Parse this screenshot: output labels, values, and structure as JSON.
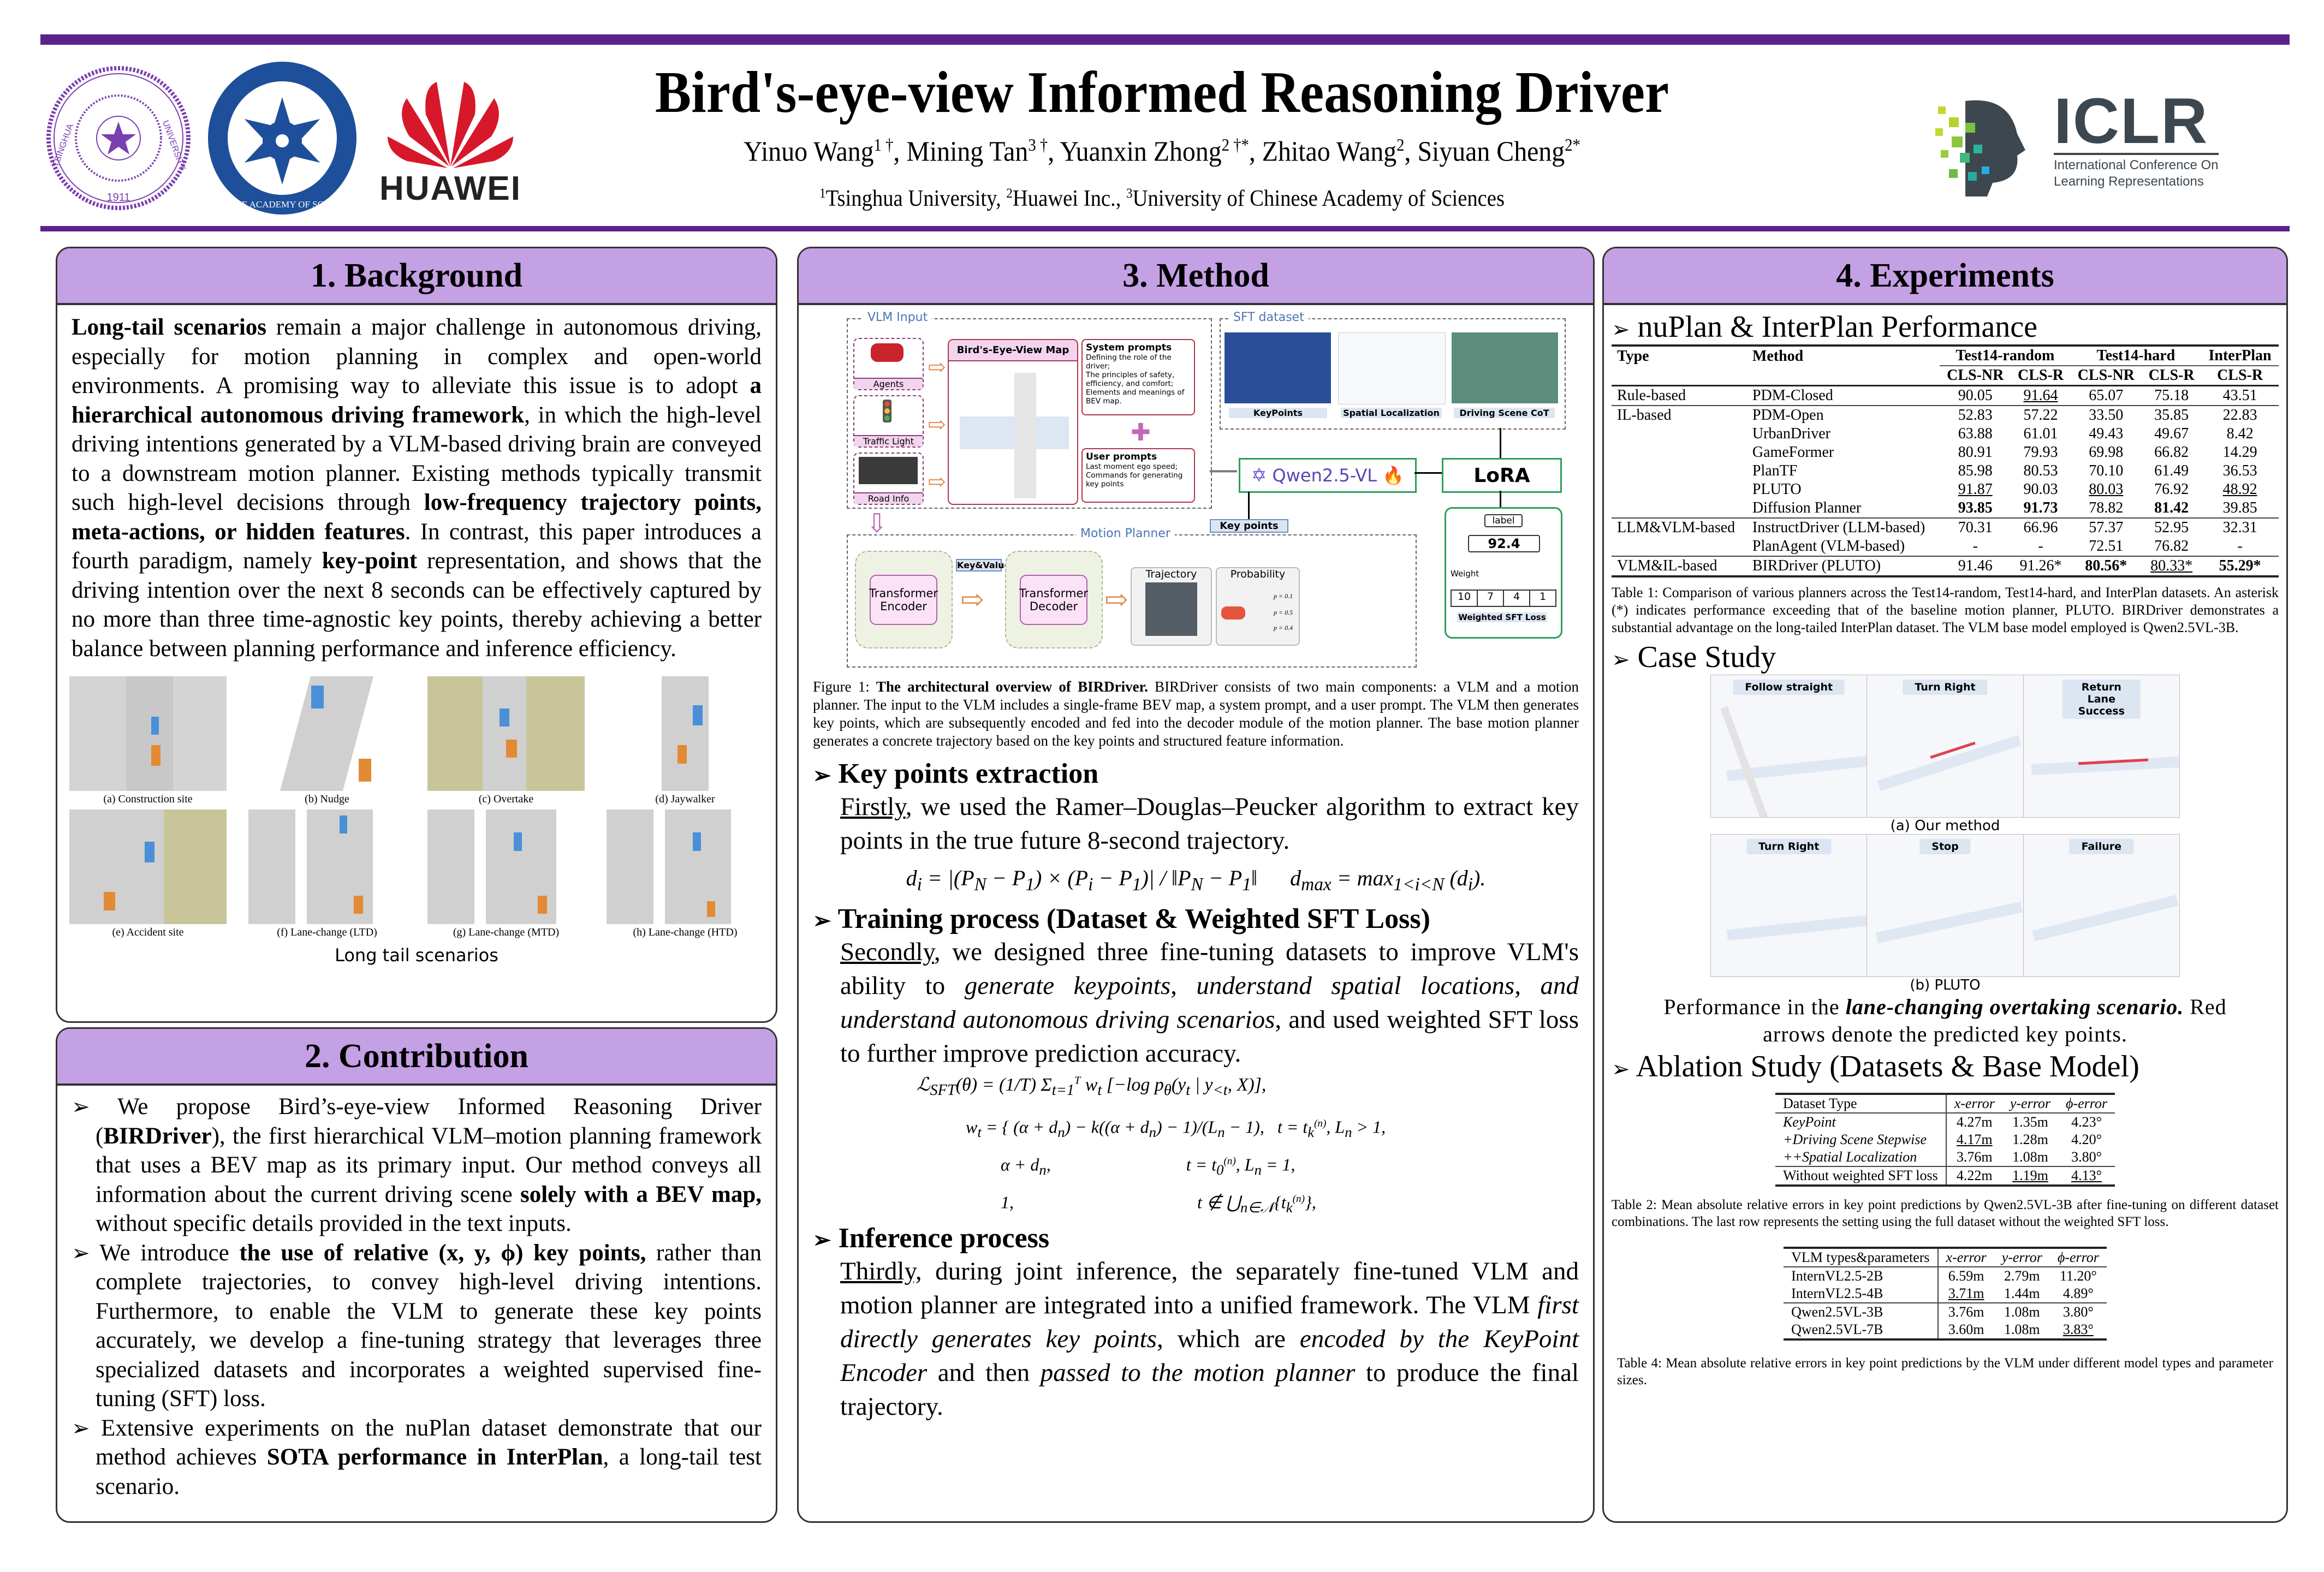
{
  "header": {
    "title": "Bird's-eye-view Informed Reasoning Driver",
    "authors": [
      {
        "name": "Yinuo Wang",
        "sup": "1 †"
      },
      {
        "name": "Mining Tan",
        "sup": "3 †"
      },
      {
        "name": "Yuanxin Zhong",
        "sup": "2 †*"
      },
      {
        "name": "Zhitao Wang",
        "sup": "2"
      },
      {
        "name": "Siyuan Cheng",
        "sup": "2*"
      }
    ],
    "affiliations": [
      {
        "sup": "1",
        "name": "Tsinghua University"
      },
      {
        "sup": "2",
        "name": "Huawei Inc."
      },
      {
        "sup": "3",
        "name": "University of Chinese Academy of Sciences"
      }
    ],
    "logos": {
      "tsinghua": {
        "ring_text_left": "TSINGHUA",
        "ring_text_right": "UNIVERSITY",
        "year": "1911"
      },
      "cas": {
        "ring_text": "CHINESE ACADEMY OF SCIENCES"
      },
      "huawei": {
        "text": "HUAWEI"
      },
      "iclr": {
        "acronym": "ICLR",
        "line1": "International Conference On",
        "line2": "Learning Representations"
      }
    },
    "accent_color": "#5b2389",
    "panel_header_color": "#c4a0e4"
  },
  "background": {
    "heading": "1. Background",
    "p_lead_bold": "Long-tail scenarios",
    "p_1": " remain a major challenge in autonomous driving, especially for motion planning in complex and open-world environments. A promising way to alleviate this issue is to adopt ",
    "p_bold_2": "a hierarchical autonomous driving framework",
    "p_2": ", in which the high-level driving intentions generated by a VLM-based driving brain are conveyed to a downstream motion planner. Existing methods typically transmit such high-level decisions through ",
    "p_bold_3": "low-frequency trajectory points, meta-actions, or hidden features",
    "p_3": ". In contrast, this paper introduces a fourth paradigm, namely ",
    "p_bold_4": "key-point",
    "p_4": " representation, and shows that the driving intention over the next 8 seconds can be effectively captured by no more than three time-agnostic key points, thereby achieving a better balance between planning performance and inference efficiency.",
    "scenarios": [
      "(a) Construction site",
      "(b) Nudge",
      "(c) Overtake",
      "(d) Jaywalker",
      "(e) Accident site",
      "(f) Lane-change (LTD)",
      "(g) Lane-change (MTD)",
      "(h) Lane-change (HTD)"
    ],
    "figure_caption": "Long tail scenarios"
  },
  "contribution": {
    "heading": "2. Contribution",
    "b1_pre": "We propose Bird’s-eye-view Informed Reasoning Driver (",
    "b1_bold": "BIRDriver",
    "b1_mid": "), the first hierarchical VLM–motion planning framework that uses a BEV map as its primary input. Our method conveys all information about the current driving scene ",
    "b1_bold2": "solely with a BEV map,",
    "b1_post": " without specific details provided in the text inputs.",
    "b2_pre": "We introduce ",
    "b2_bold": "the use of relative (x, y, ϕ) key points,",
    "b2_post": " rather than complete trajectories, to convey high-level driving intentions. Furthermore, to enable the VLM to generate these key points accurately, we develop a fine-tuning strategy that leverages three specialized datasets and incorporates a weighted supervised fine-tuning (SFT) loss.",
    "b3_pre": "Extensive experiments on the nuPlan dataset demonstrate that our method achieves ",
    "b3_bold": "SOTA performance in InterPlan",
    "b3_post": ", a long-tail test scenario."
  },
  "method": {
    "heading": "3. Method",
    "figure": {
      "vlm_input_label": "VLM Input",
      "inputs": [
        "Agents",
        "Traffic Light",
        "Road Info"
      ],
      "bev_map_label": "Bird's-Eye-View Map",
      "system_prompts_title": "System prompts",
      "system_prompts_body": "Defining the role of the driver;\nThe principles of safety, efficiency, and comfort;\nElements and meanings of BEV map.",
      "user_prompts_title": "User prompts",
      "user_prompts_body": "Last moment ego speed;\nCommands for generating key points",
      "sft_dataset_label": "SFT dataset",
      "sft_items": [
        "KeyPoints",
        "Spatial Localization",
        "Driving Scene CoT"
      ],
      "qwen_label": "Qwen2.5-VL",
      "lora_label": "LoRA",
      "key_points_label": "Key points",
      "motion_planner_label": "Motion Planner",
      "encoder_label": "Transformer Encoder",
      "decoder_label": "Transformer Decoder",
      "key_value_label": "Key&Value",
      "trajectory_label": "Trajectory",
      "probability_label": "Probability",
      "probabilities": [
        "p = 0.1",
        "p = 0.5",
        "p = 0.4"
      ],
      "loss_label_box": "label",
      "loss_value": "92.4",
      "weight_label": "Weight",
      "weights": [
        "10",
        "7",
        "4",
        "1"
      ],
      "weighted_sft_loss_label": "Weighted SFT Loss"
    },
    "figure_caption_prefix": "Figure 1: ",
    "figure_caption_bold": "The architectural overview of BIRDriver.",
    "figure_caption_body": " BIRDriver consists of two main components: a VLM and a motion planner. The input to the VLM includes a single-frame BEV map, a system prompt, and a user prompt. The VLM then generates key points, which are subsequently encoded and fed into the decoder module of the motion planner. The base motion planner generates a concrete trajectory based on the key points and structured feature information.",
    "s1_heading": "Key points extraction",
    "s1_lead": "Firstly",
    "s1_text": ", we used the Ramer–Douglas–Peucker algorithm to extract key points in the true future 8-second trajectory.",
    "s2_heading": "Training process (Dataset & Weighted SFT Loss)",
    "s2_lead": "Secondly",
    "s2_text1": ", we designed three fine-tuning datasets to improve VLM's ability to ",
    "s2_italic": "generate keypoints, understand spatial locations, and understand autonomous driving scenarios",
    "s2_text2": ", and used weighted SFT loss to further improve prediction accuracy.",
    "s3_heading": "Inference process",
    "s3_lead": "Thirdly,",
    "s3_t1": " during joint inference, the separately fine-tuned VLM and motion planner are integrated into a unified framework. The VLM ",
    "s3_i1": "first directly generates key points",
    "s3_t2": ", which are ",
    "s3_i2": "encoded by the KeyPoint Encoder",
    "s3_t3": " and then ",
    "s3_i3": "passed to the motion planner",
    "s3_t4": " to produce the final trajectory."
  },
  "experiments": {
    "heading": "4. Experiments",
    "s1_heading": "nuPlan & InterPlan Performance",
    "table1": {
      "group_headers": [
        "Test14-random",
        "Test14-hard",
        "InterPlan"
      ],
      "col_headers": [
        "Type",
        "Method",
        "CLS-NR",
        "CLS-R",
        "CLS-NR",
        "CLS-R",
        "CLS-R"
      ],
      "groups": [
        {
          "type": "Rule-based",
          "rows": [
            {
              "method": "PDM-Closed",
              "vals": [
                "90.05",
                "91.64",
                "65.07",
                "75.18",
                "43.51"
              ],
              "fmt": [
                "",
                "u",
                "",
                "",
                ""
              ]
            }
          ]
        },
        {
          "type": "IL-based",
          "rows": [
            {
              "method": "PDM-Open",
              "vals": [
                "52.83",
                "57.22",
                "33.50",
                "35.85",
                "22.83"
              ],
              "fmt": [
                "",
                "",
                "",
                "",
                ""
              ]
            },
            {
              "method": "UrbanDriver",
              "vals": [
                "63.88",
                "61.01",
                "49.43",
                "49.67",
                "8.42"
              ],
              "fmt": [
                "",
                "",
                "",
                "",
                ""
              ]
            },
            {
              "method": "GameFormer",
              "vals": [
                "80.91",
                "79.93",
                "69.98",
                "66.82",
                "14.29"
              ],
              "fmt": [
                "",
                "",
                "",
                "",
                ""
              ]
            },
            {
              "method": "PlanTF",
              "vals": [
                "85.98",
                "80.53",
                "70.10",
                "61.49",
                "36.53"
              ],
              "fmt": [
                "",
                "",
                "",
                "",
                ""
              ]
            },
            {
              "method": "PLUTO",
              "vals": [
                "91.87",
                "90.03",
                "80.03",
                "76.92",
                "48.92"
              ],
              "fmt": [
                "u",
                "",
                "u",
                "",
                "u"
              ]
            },
            {
              "method": "Diffusion Planner",
              "vals": [
                "93.85",
                "91.73",
                "78.82",
                "81.42",
                "39.85"
              ],
              "fmt": [
                "b",
                "b",
                "",
                "b",
                ""
              ]
            }
          ]
        },
        {
          "type": "LLM&VLM-based",
          "rows": [
            {
              "method": "InstructDriver (LLM-based)",
              "vals": [
                "70.31",
                "66.96",
                "57.37",
                "52.95",
                "32.31"
              ],
              "fmt": [
                "",
                "",
                "",
                "",
                ""
              ]
            },
            {
              "method": "PlanAgent (VLM-based)",
              "vals": [
                "-",
                "-",
                "72.51",
                "76.82",
                "-"
              ],
              "fmt": [
                "",
                "",
                "",
                "",
                ""
              ]
            }
          ]
        },
        {
          "type": "VLM&IL-based",
          "rows": [
            {
              "method": "BIRDriver (PLUTO)",
              "vals": [
                "91.46",
                "91.26*",
                "80.56*",
                "80.33*",
                "55.29*"
              ],
              "fmt": [
                "",
                "",
                "b",
                "u",
                "b"
              ]
            }
          ]
        }
      ],
      "caption": "Table 1: Comparison of various planners across the Test14-random, Test14-hard, and InterPlan datasets. An asterisk (*) indicates performance exceeding that of the baseline motion planner, PLUTO. BIRDriver demonstrates a substantial advantage on the long-tailed InterPlan dataset. The VLM base model employed is Qwen2.5VL-3B."
    },
    "s2_heading": "Case Study",
    "case_study": {
      "ours_tags": [
        "Follow straight",
        "Turn Right",
        "Return Lane\nSuccess"
      ],
      "ours_caption": "(a) Our method",
      "pluto_tags": [
        "Turn Right",
        "Stop",
        "Failure"
      ],
      "pluto_caption": "(b) PLUTO",
      "desc_pre": "Performance in the ",
      "desc_bold_italic": "lane-changing overtaking scenario.",
      "desc_post": " Red arrows denote the predicted key points."
    },
    "s3_heading": "Ablation Study (Datasets & Base Model)",
    "table2": {
      "headers": [
        "Dataset Type",
        "x-error",
        "y-error",
        "ϕ-error"
      ],
      "groups": [
        [
          {
            "label": "KeyPoint",
            "italic": true,
            "vals": [
              "4.27m",
              "1.35m",
              "4.23°"
            ],
            "fmt": [
              "",
              "",
              ""
            ]
          },
          {
            "label": "+Driving Scene Stepwise",
            "italic": true,
            "vals": [
              "4.17m",
              "1.28m",
              "4.20°"
            ],
            "fmt": [
              "u",
              "",
              ""
            ]
          },
          {
            "label": "++Spatial Localization",
            "italic": true,
            "vals": [
              "3.76m",
              "1.08m",
              "3.80°"
            ],
            "fmt": [
              "b",
              "b",
              "b"
            ]
          }
        ],
        [
          {
            "label": "Without weighted SFT loss",
            "italic": false,
            "vals": [
              "4.22m",
              "1.19m",
              "4.13°"
            ],
            "fmt": [
              "",
              "u",
              "u"
            ]
          }
        ]
      ],
      "caption": "Table 2: Mean absolute relative errors in key point predictions by Qwen2.5VL-3B after fine-tuning on different dataset combinations. The last row represents the setting using the full dataset without the weighted SFT loss."
    },
    "table4": {
      "headers": [
        "VLM types&parameters",
        "x-error",
        "y-error",
        "ϕ-error"
      ],
      "groups": [
        [
          {
            "label": "InternVL2.5-2B",
            "vals": [
              "6.59m",
              "2.79m",
              "11.20°"
            ],
            "fmt": [
              "",
              "",
              ""
            ]
          },
          {
            "label": "InternVL2.5-4B",
            "vals": [
              "3.71m",
              "1.44m",
              "4.89°"
            ],
            "fmt": [
              "u",
              "",
              ""
            ]
          }
        ],
        [
          {
            "label": "Qwen2.5VL-3B",
            "vals": [
              "3.76m",
              "1.08m",
              "3.80°"
            ],
            "fmt": [
              "",
              "b",
              "b"
            ]
          },
          {
            "label": "Qwen2.5VL-7B",
            "vals": [
              "3.60m",
              "1.08m",
              "3.83°"
            ],
            "fmt": [
              "b",
              "b",
              "u"
            ]
          }
        ]
      ],
      "caption": "Table 4: Mean absolute relative errors in key point predictions by the VLM under different model types and parameter sizes."
    }
  }
}
